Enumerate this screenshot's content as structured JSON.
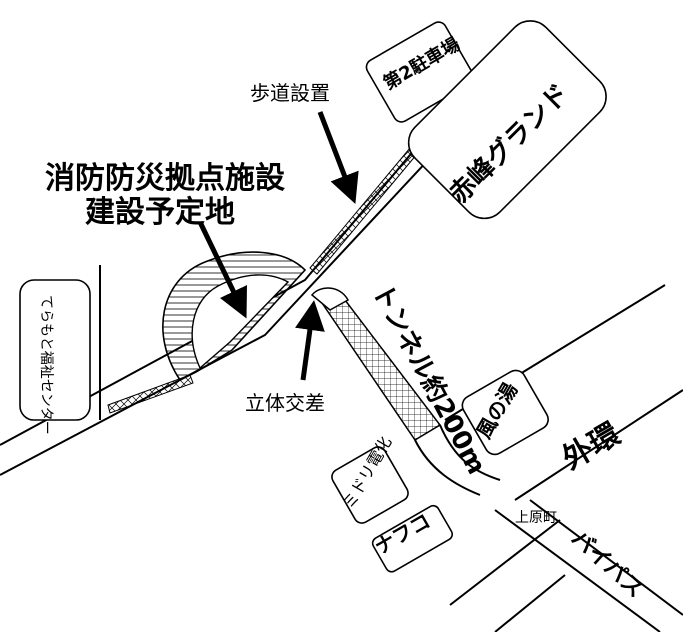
{
  "labels": {
    "parking": "第2駐車場",
    "ground": "赤峰グランド",
    "sidewalk": "歩道設置",
    "title_line1": "消防防災拠点施設",
    "title_line2": "建設予定地",
    "tunnel": "トンネル約200m",
    "crossing": "立体交差",
    "welfare_center": "てらもと福祉センター",
    "bathhouse": "風の湯",
    "midori_denka": "ミドリ電化",
    "nafuko": "ナフコ",
    "soto_kan": "外環",
    "kamiharamachi": "上原町",
    "bypass": "バイパス"
  },
  "colors": {
    "line": "#000000",
    "background": "#ffffff"
  }
}
